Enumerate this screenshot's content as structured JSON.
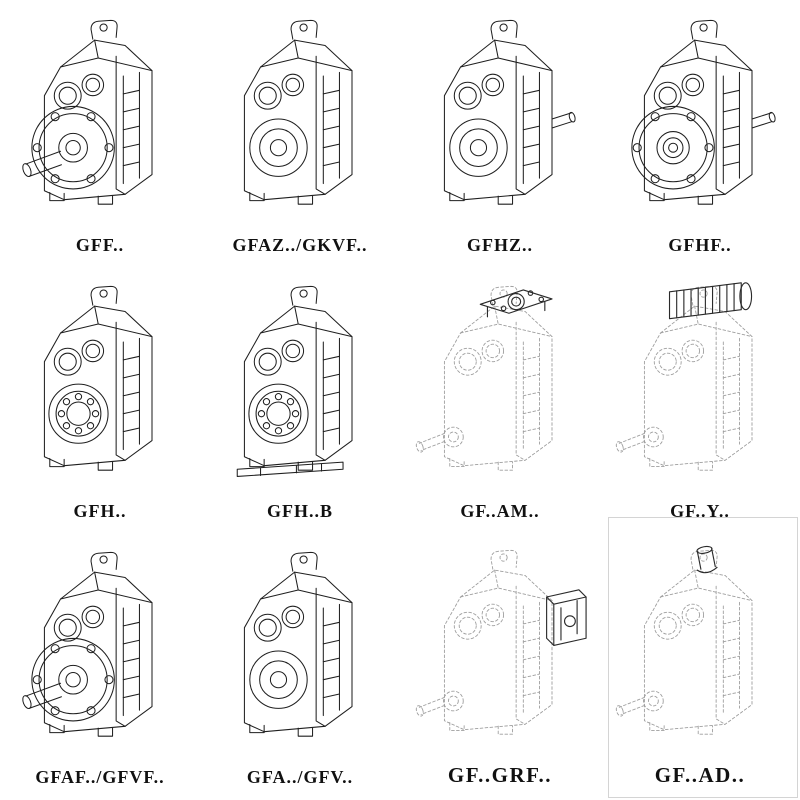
{
  "page": {
    "background": "#ffffff",
    "colors": {
      "line": "#1f1f1f",
      "ghost_line": "#9e9e9e",
      "frame": "#d4d4d4"
    }
  },
  "grid": {
    "columns": 4,
    "rows": 3
  },
  "cells": [
    {
      "label": "GFF..",
      "drawing": "helical-gearbox-output-flange-with-solid-shaft",
      "line_style": "solid"
    },
    {
      "label": "GFAZ../GKVF..",
      "drawing": "helical-gearbox-hollow-output-shaft",
      "line_style": "solid"
    },
    {
      "label": "GFHZ..",
      "drawing": "helical-gearbox-hollow-shaft-shrink-disc",
      "line_style": "solid"
    },
    {
      "label": "GFHF..",
      "drawing": "helical-gearbox-output-flange-hollow-bore",
      "line_style": "solid"
    },
    {
      "label": "GFH..",
      "drawing": "helical-gearbox-hollow-shaft-bearing-view",
      "line_style": "solid"
    },
    {
      "label": "GFH..B",
      "drawing": "helical-gearbox-hollow-shaft-with-base-plate",
      "line_style": "solid"
    },
    {
      "label": "GF..AM..",
      "drawing": "helical-gearbox-with-input-flange-adapter",
      "line_style": "dashed"
    },
    {
      "label": "GF..Y..",
      "drawing": "helical-gearbox-with-mounted-motor",
      "line_style": "dashed"
    },
    {
      "label": "GFAF../GFVF..",
      "drawing": "helical-gearbox-output-flange-with-solid-shaft",
      "line_style": "solid"
    },
    {
      "label": "GFA../GFV..",
      "drawing": "helical-gearbox-hollow-output-shaft",
      "line_style": "solid"
    },
    {
      "label": "GF..GRF..",
      "drawing": "helical-gearbox-with-input-adapter-block",
      "line_style": "dashed"
    },
    {
      "label": "GF..AD..",
      "drawing": "helical-gearbox-with-top-input-shaft",
      "line_style": "dashed"
    }
  ]
}
